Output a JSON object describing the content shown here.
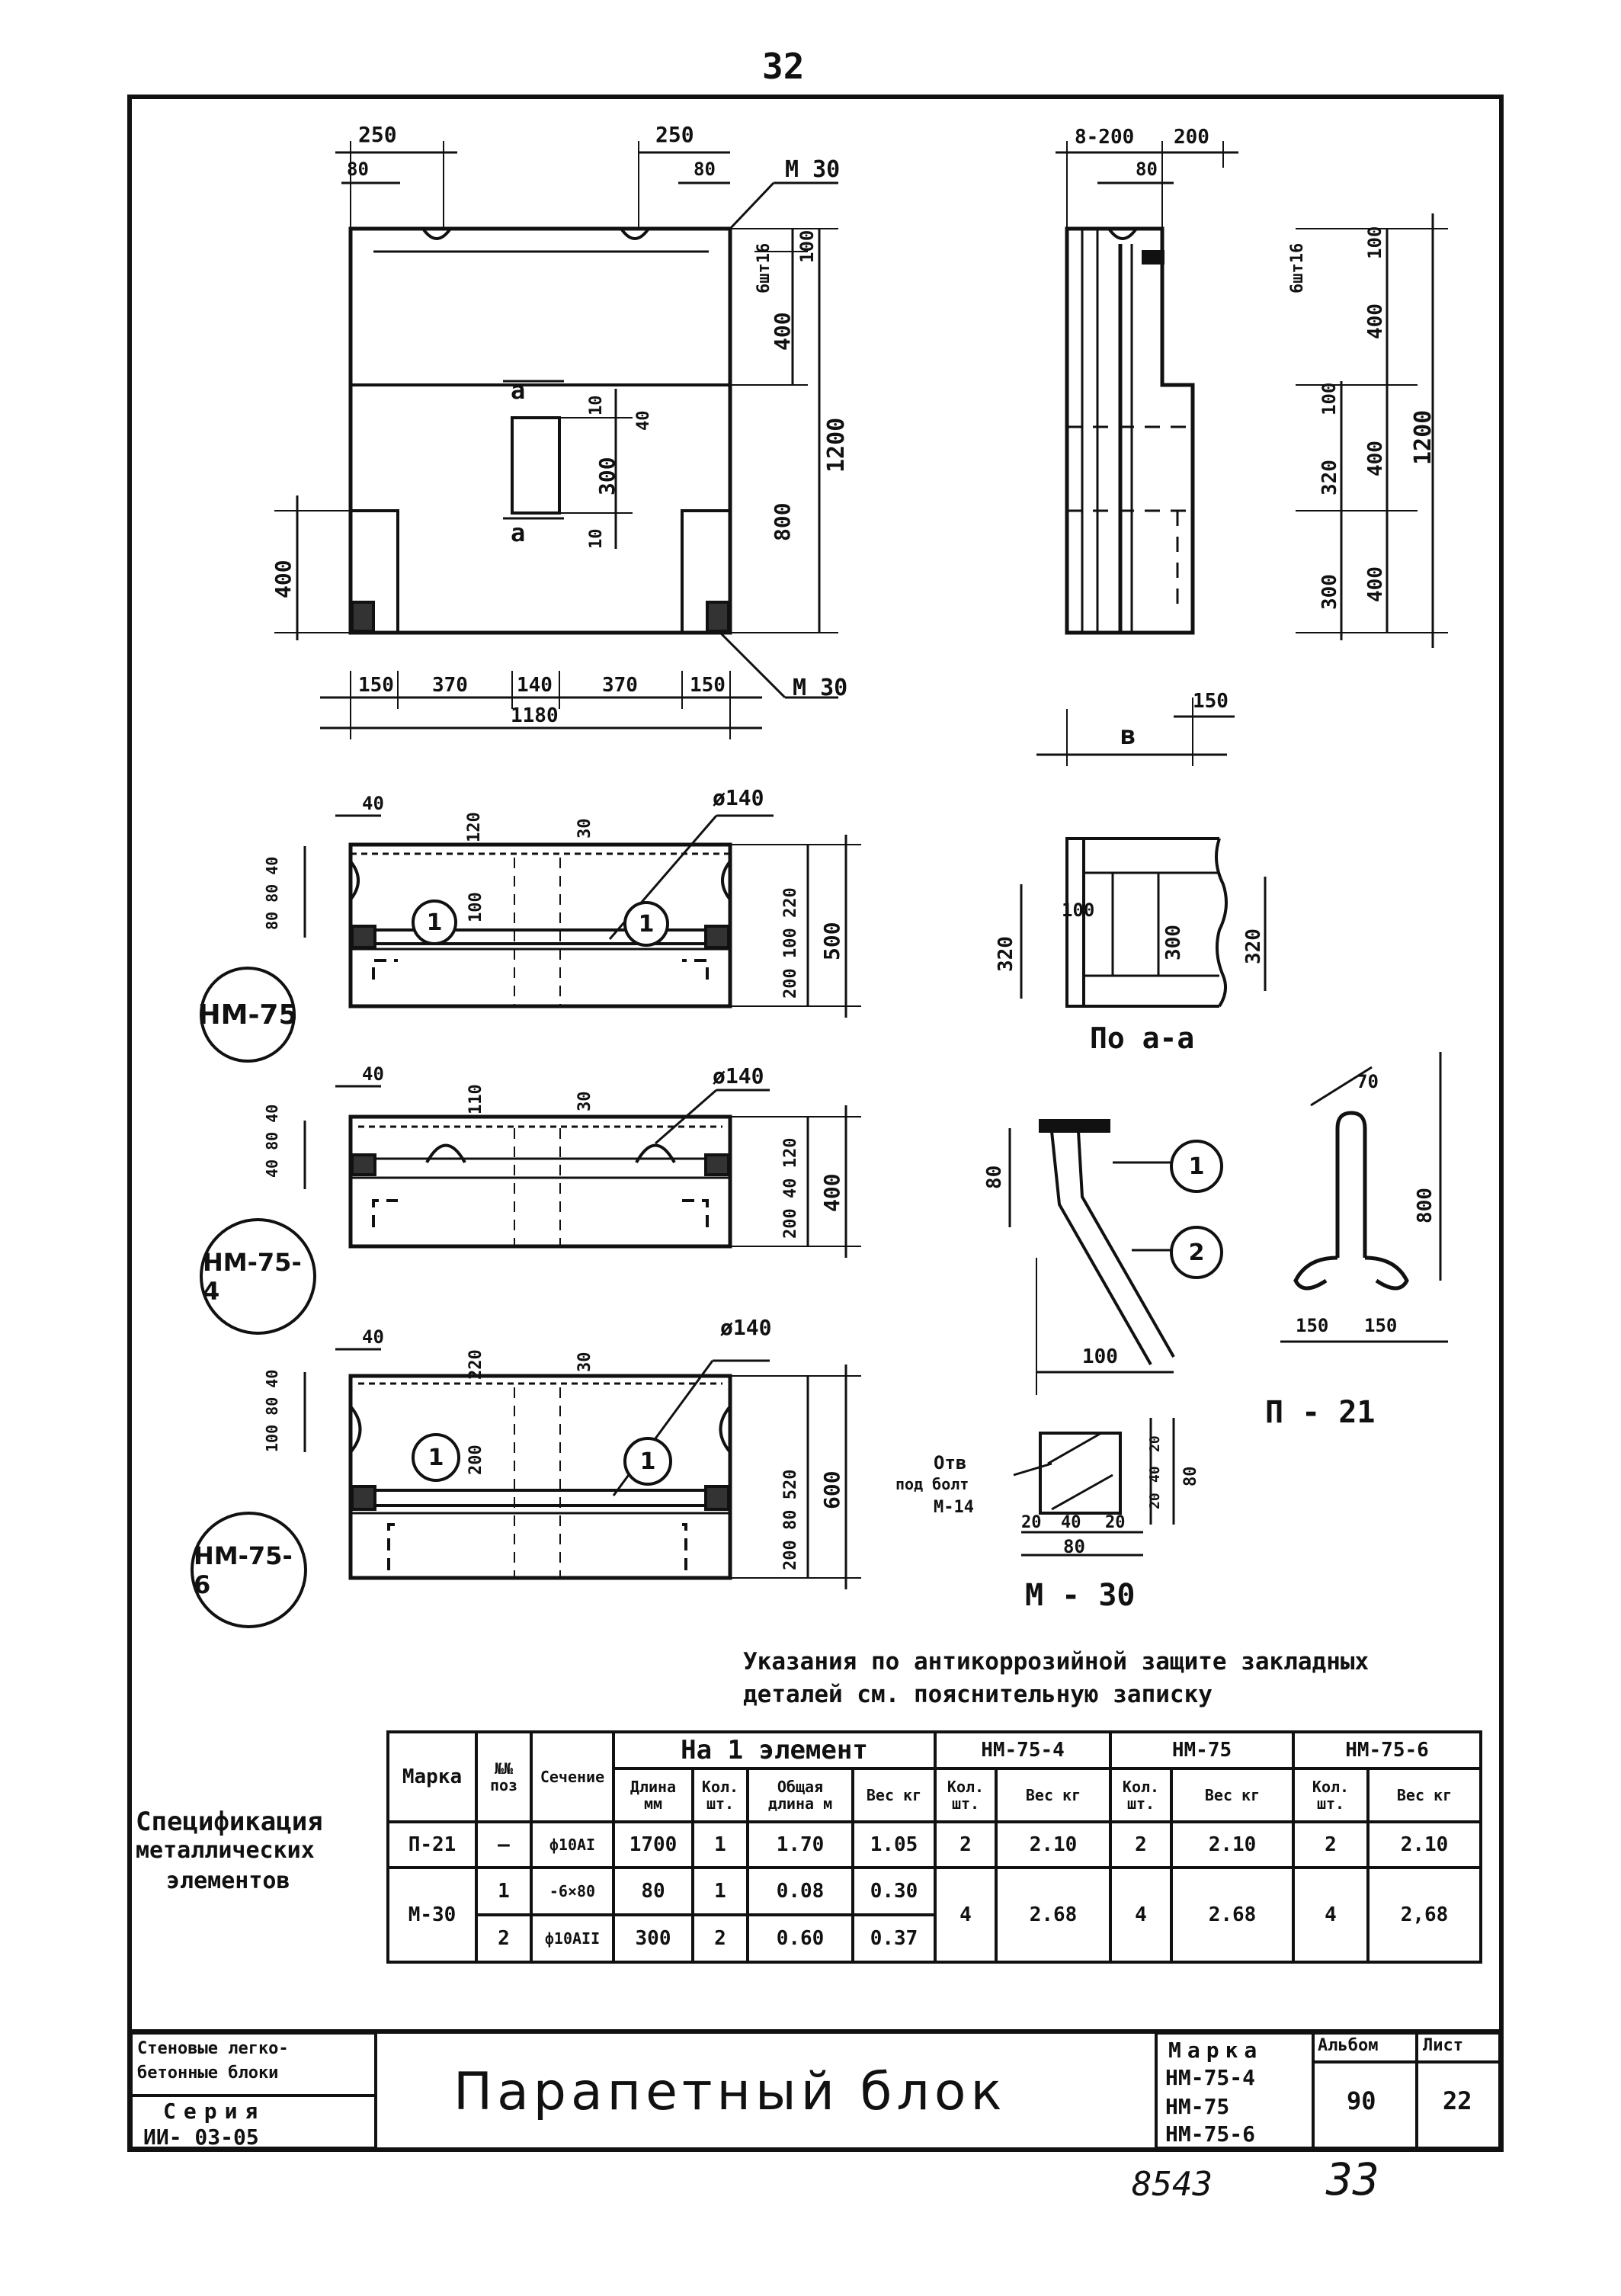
{
  "page_number_top": "32",
  "page_number_bottom": "33",
  "archive_number": "8543",
  "marks": {
    "nm75": "НМ-75",
    "nm75_4": "НМ-75-4",
    "nm75_6": "НМ-75-6"
  },
  "elevation": {
    "dim_top_left": "250",
    "dim_top_left_sub": "80",
    "dim_top_mid": "250",
    "dim_top_mid_sub": "80",
    "embed_top": "М 30",
    "embed_bottom": "М 30",
    "dim_right_1": "100",
    "dim_right_1b": "6шт16",
    "dim_right_2": "400",
    "dim_right_3": "800",
    "dim_right_total": "1200",
    "dim_left_400": "400",
    "opening_h": "300",
    "opening_top": "10",
    "opening_bottom": "10",
    "opening_side": "40",
    "section_mark": "а",
    "bottom_dims": [
      "150",
      "370",
      "140",
      "370",
      "150"
    ],
    "bottom_total": "1180"
  },
  "side_view": {
    "dim_top": "8-200",
    "dim_top2": "200",
    "dim_top_sub": "80",
    "dim_r1": "100",
    "dim_r1b": "6шт16",
    "dim_r2": "400",
    "dim_r3": "100",
    "dim_r4": "400",
    "dim_r_left1": "320",
    "dim_r_left2": "300",
    "dim_r5": "400",
    "dim_total": "1200",
    "bottom_label": "в",
    "bottom_dim": "150"
  },
  "section_aa": {
    "dim_left": "320",
    "dim_inner": "100",
    "dim_mid": "300",
    "dim_right": "320",
    "caption": "По а-а"
  },
  "plan75": {
    "dim_40": "40",
    "dim_120": "120",
    "dim_30": "30",
    "dim_100": "100",
    "dim_left_stack": "80 80 40",
    "diam": "ø140",
    "pos": "1",
    "dims_right": "200 100 220",
    "dim_right_total": "500"
  },
  "plan75_4": {
    "dim_40": "40",
    "dim_110": "110",
    "dim_30": "30",
    "dim_left_stack": "40 80 40",
    "diam": "ø140",
    "dims_right": "200 40 120",
    "dim_right_total": "400"
  },
  "plan75_6": {
    "dim_40": "40",
    "dim_220": "220",
    "dim_30": "30",
    "dim_200": "200",
    "dim_left_stack": "100 80 40",
    "diam": "ø140",
    "pos": "1",
    "dims_right": "200 80 520",
    "dim_right_total": "600"
  },
  "anchor": {
    "dim_80": "80",
    "dim_100": "100",
    "pos1": "1",
    "pos2": "2"
  },
  "p21": {
    "dim_70": "70",
    "dim_800": "800",
    "dim_150a": "150",
    "dim_150b": "150",
    "label": "П - 21"
  },
  "m30": {
    "hole_note_1": "Отв",
    "hole_note_2": "под болт",
    "hole_note_3": "М-14",
    "dims_bottom": [
      "20",
      "40",
      "20"
    ],
    "dim_total": "80",
    "dims_right": [
      "20",
      "40",
      "20"
    ],
    "dim_right_total": "80",
    "label": "М - 30"
  },
  "corrosion_note_1": "Указания по антикоррозийной защите закладных",
  "corrosion_note_2": "деталей см. пояснительную записку",
  "spec_title": [
    "Спецификация",
    "металлических",
    "элементов"
  ],
  "spec_table": {
    "h_marka": "Марка",
    "h_pos": "№№ поз",
    "h_section": "Сечение",
    "h_per_element": "На 1 элемент",
    "h_nm75_4": "НМ-75-4",
    "h_nm75": "НМ-75",
    "h_nm75_6": "НМ-75-6",
    "h_length": "Длина мм",
    "h_qty": "Кол. шт.",
    "h_total_len": "Общая длина м",
    "h_weight": "Вес кг",
    "h_qty2": "Кол. шт.",
    "h_weight2": "Вес кг",
    "rows": [
      {
        "marka": "П-21",
        "pos": "—",
        "section": "ф10АI",
        "length": "1700",
        "qty": "1",
        "total_len": "1.70",
        "weight": "1.05",
        "q1": "2",
        "w1": "2.10",
        "q2": "2",
        "w2": "2.10",
        "q3": "2",
        "w3": "2.10"
      },
      {
        "marka": "М-30",
        "pos": "1",
        "section": "-6×80",
        "length": "80",
        "qty": "1",
        "total_len": "0.08",
        "weight": "0.30",
        "q1": "4",
        "w1": "2.68",
        "q2": "4",
        "w2": "2.68",
        "q3": "4",
        "w3": "2,68"
      },
      {
        "pos": "2",
        "section": "ф10АII",
        "length": "300",
        "qty": "2",
        "total_len": "0.60",
        "weight": "0.37"
      }
    ]
  },
  "title_block": {
    "left_1": "Стеновые легко-",
    "left_2": "бетонные блоки",
    "left_3": "Серия",
    "left_4": "ИИ- 03-05",
    "title": "Парапетный блок",
    "marka_label": "Марка",
    "marka_1": "НМ-75-4",
    "marka_2": "НМ-75",
    "marka_3": "НМ-75-6",
    "album_label": "Альбом",
    "album_value": "90",
    "sheet_label": "Лист",
    "sheet_value": "22"
  }
}
